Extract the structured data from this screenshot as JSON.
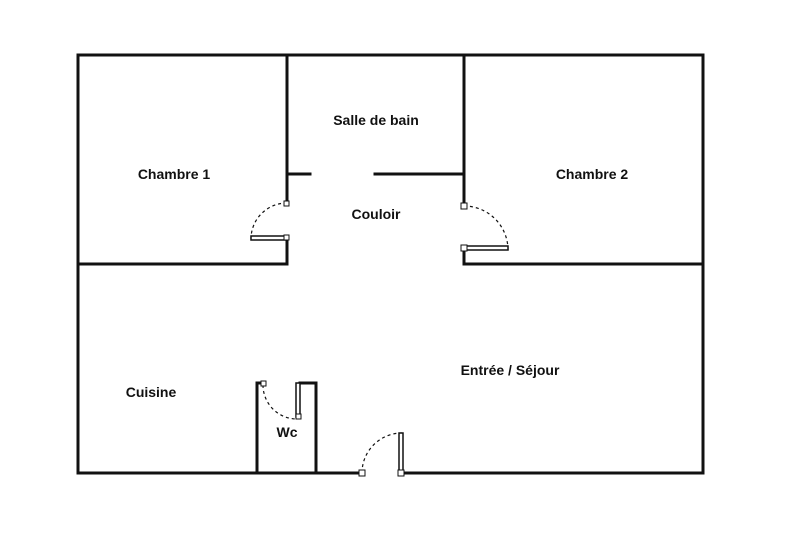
{
  "plan": {
    "rooms": {
      "chambre1": "Chambre 1",
      "salle_de_bain": "Salle de bain",
      "chambre2": "Chambre 2",
      "couloir": "Couloir",
      "entree_sejour": "Entrée / Séjour",
      "cuisine": "Cuisine",
      "wc": "Wc"
    },
    "colors": {
      "wall": "#111111",
      "background": "#ffffff"
    }
  }
}
